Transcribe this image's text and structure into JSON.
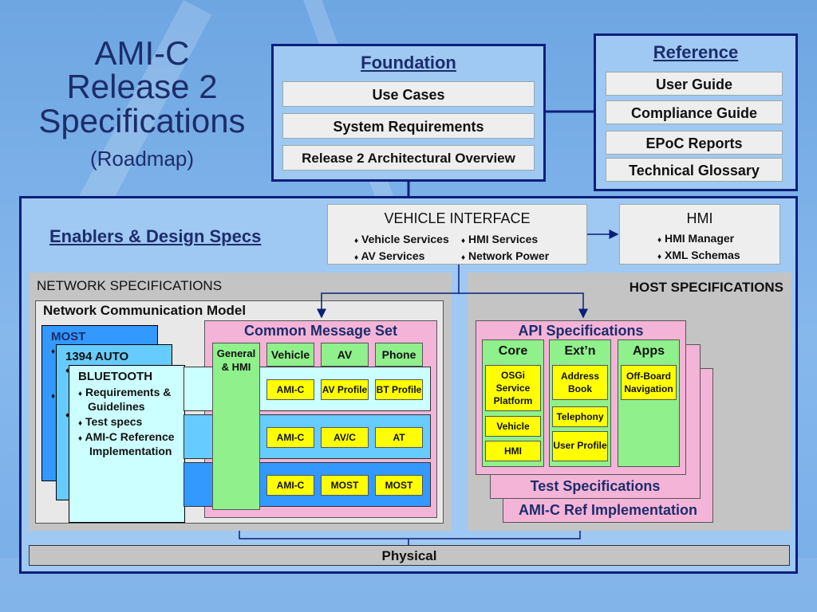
{
  "title": {
    "line1": "AMI-C",
    "line2": "Release 2",
    "line3": "Specifications",
    "subtitle": "(Roadmap)"
  },
  "foundation": {
    "heading": "Foundation",
    "items": [
      "Use Cases",
      "System Requirements",
      "Release 2 Architectural Overview"
    ]
  },
  "reference": {
    "heading": "Reference",
    "items": [
      "User Guide",
      "Compliance Guide",
      "EPoC Reports",
      "Technical Glossary"
    ]
  },
  "enablers": {
    "heading": "Enablers & Design Specs"
  },
  "vehicle_interface": {
    "heading": "VEHICLE INTERFACE",
    "bullet": "♦",
    "col1": [
      "Vehicle Services",
      "AV Services"
    ],
    "col2": [
      "HMI Services",
      "Network Power"
    ]
  },
  "hmi": {
    "heading": "HMI",
    "bullet": "♦",
    "items": [
      "HMI Manager",
      "XML Schemas"
    ]
  },
  "network_specs": {
    "heading": "NETWORK  SPECIFICATIONS",
    "model_heading": "Network Communication Model"
  },
  "most_card": {
    "label": "MOST",
    "bullet": "♦"
  },
  "auto1394_card": {
    "label": "1394 AUTO",
    "bullet": "♦"
  },
  "bluetooth_card": {
    "label": "BLUETOOTH",
    "bullet": "♦",
    "items": [
      "Requirements &",
      "Guidelines",
      "Test specs",
      "AMI-C Reference",
      "Implementation"
    ]
  },
  "common_message_set": {
    "heading": "Common Message Set",
    "columns": [
      "General & HMI",
      "Vehicle",
      "AV",
      "Phone"
    ],
    "rows": [
      [
        "AMI-C",
        "AV Profile",
        "BT Profile"
      ],
      [
        "AMI-C",
        "AV/C",
        "AT"
      ],
      [
        "AMI-C",
        "MOST",
        "MOST"
      ]
    ]
  },
  "host_specs": {
    "heading": "HOST SPECIFICATIONS"
  },
  "api_specs": {
    "heading": "API Specifications",
    "core": {
      "heading": "Core",
      "items": [
        "OSGi Service Platform",
        "Vehicle",
        "HMI"
      ]
    },
    "extn": {
      "heading": "Ext’n",
      "items": [
        "Address Book",
        "Telephony",
        "User Profile"
      ]
    },
    "apps": {
      "heading": "Apps",
      "items": [
        "Off-Board Navigation"
      ]
    }
  },
  "test_specs": {
    "label": "Test Specifications"
  },
  "ref_impl": {
    "label": "AMI-C Ref Implementation"
  },
  "physical": {
    "label": "Physical"
  },
  "colors": {
    "navy": "#0b1e7a",
    "pink": "#f4b4d8",
    "green": "#8ff08c",
    "cyan": "#ccffff",
    "blue": "#3399ff",
    "gray": "#c4c4c4"
  }
}
